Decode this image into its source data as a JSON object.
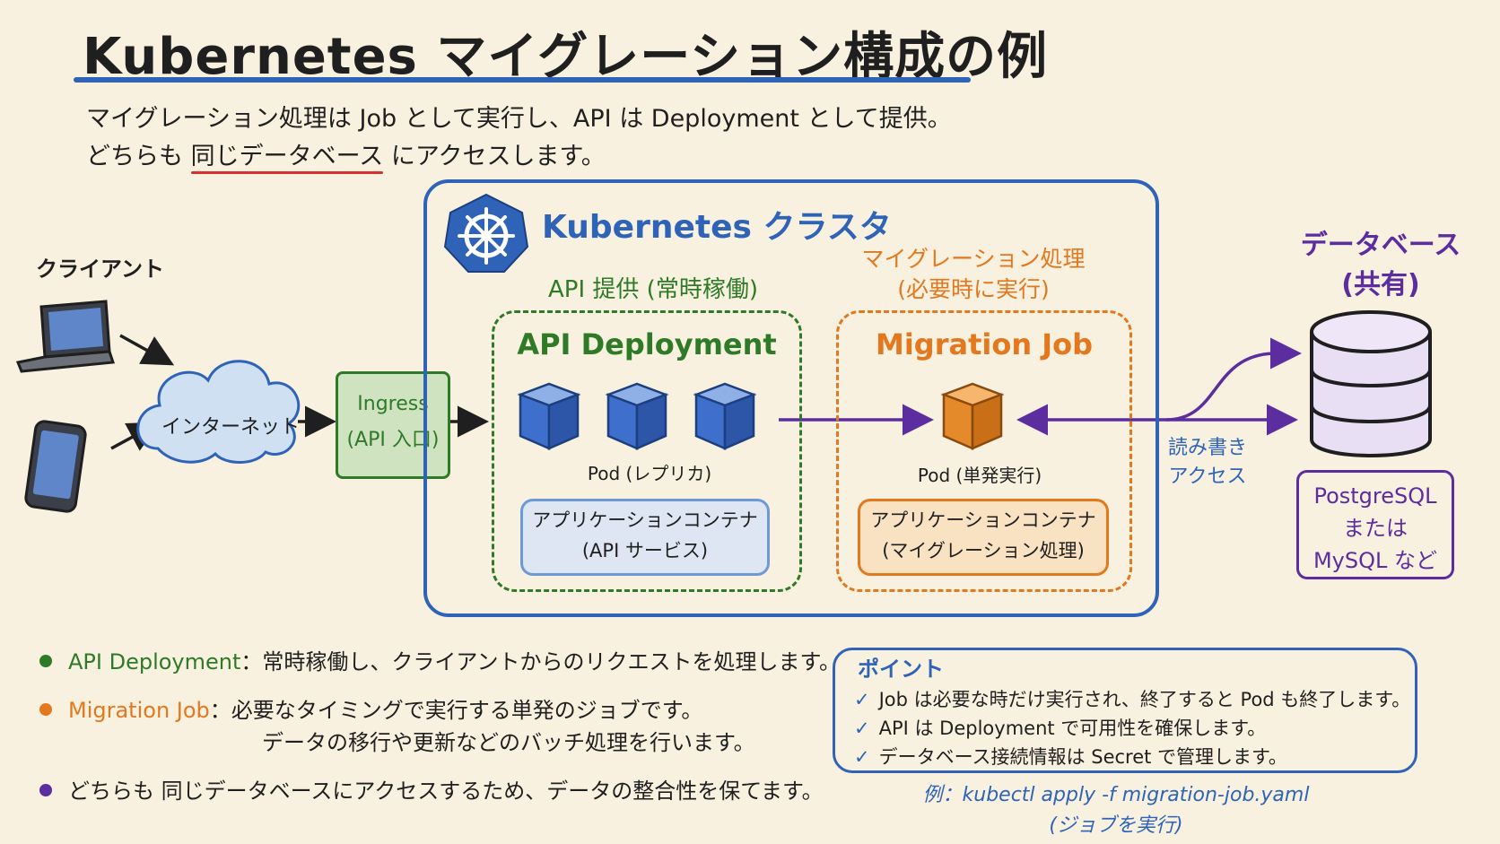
{
  "title": "Kubernetes マイグレーション構成の例",
  "subtitle": {
    "line1": "マイグレーション処理は Job として実行し、API は Deployment として提供。",
    "line2_pre": "どちらも ",
    "line2_hl": "同じデータベース",
    "line2_post": " にアクセスします。"
  },
  "client": {
    "label": "クライアント"
  },
  "internet": {
    "label": "インターネット"
  },
  "ingress": {
    "line1": "Ingress",
    "line2": "(API 入口)"
  },
  "cluster": {
    "title": "Kubernetes クラスタ"
  },
  "api": {
    "caption": "API 提供 (常時稼働)",
    "title": "API Deployment",
    "pod_label": "Pod (レプリカ)",
    "container_line1": "アプリケーションコンテナ",
    "container_line2": "(API サービス)"
  },
  "migration": {
    "caption_line1": "マイグレーション処理",
    "caption_line2": "(必要時に実行)",
    "title": "Migration Job",
    "pod_label": "Pod (単発実行)",
    "container_line1": "アプリケーションコンテナ",
    "container_line2": "(マイグレーション処理)"
  },
  "database": {
    "label_line1": "データベース",
    "label_line2": "(共有)",
    "types_line1": "PostgreSQL",
    "types_line2": "または",
    "types_line3": "MySQL など"
  },
  "rw_label": {
    "line1": "読み書き",
    "line2": "アクセス"
  },
  "legend": [
    {
      "key": "API Deployment",
      "sep": "：",
      "text": "常時稼働し、クライアントからのリクエストを処理します。",
      "color": "#2e7a27"
    },
    {
      "key": "Migration Job",
      "sep": "：",
      "text": "必要なタイミングで実行する単発のジョブです。",
      "sub": "データの移行や更新などのバッチ処理を行います。",
      "color": "#e3781f"
    },
    {
      "key": "",
      "sep": "",
      "text": "どちらも 同じデータベースにアクセスするため、データの整合性を保てます。",
      "color": "#5b2d9e"
    }
  ],
  "points": {
    "title": "ポイント",
    "items": [
      "Job は必要な時だけ実行され、終了すると Pod も終了します。",
      "API は Deployment で可用性を確保します。",
      "データベース接続情報は Secret で管理します。"
    ]
  },
  "example": {
    "line1": "例：kubectl apply -f migration-job.yaml",
    "line2": "(ジョブを実行)"
  },
  "colors": {
    "blue": "#2f63b8",
    "green": "#2e7a27",
    "orange": "#e3781f",
    "purple": "#5b2d9e",
    "red": "#d6312e",
    "background": "#f8f1df"
  },
  "icons": [
    "laptop-icon",
    "smartphone-icon",
    "cloud-icon",
    "kubernetes-logo-icon",
    "pod-cube-icon",
    "database-icon",
    "check-icon"
  ]
}
